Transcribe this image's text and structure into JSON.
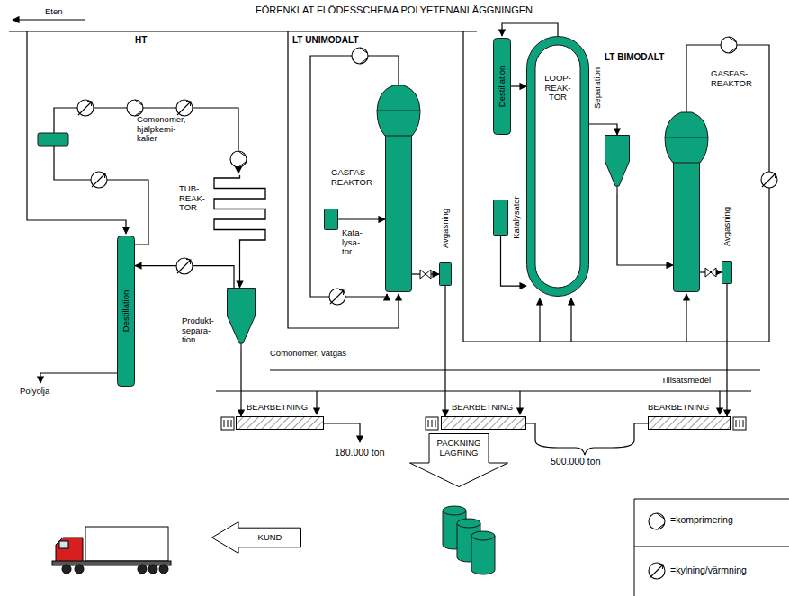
{
  "diagram": {
    "title": "FÖRENKLAT FLÖDESSCHEMA POLYETENANLÄGGNINGEN",
    "nodes": [
      {
        "text": [
          "Destillation"
        ]
      },
      {
        "text": [
          "TUB- REAK- TOR"
        ]
      },
      {
        "text": [
          "Produkt- separa- tion"
        ]
      },
      {
        "text": [
          "GASFAS- REAKTOR"
        ]
      },
      {
        "text": [
          "Kata- lysa- tor"
        ]
      },
      {
        "text": [
          "Avgasning"
        ]
      },
      {
        "text": [
          "Destillation"
        ]
      },
      {
        "text": [
          "LOOP- REAK- TOR"
        ]
      },
      {
        "text": [
          "Katalysator"
        ]
      },
      {
        "text": [
          "Separation"
        ]
      },
      {
        "text": [
          "GASFAS- REAKTOR"
        ]
      },
      {
        "text": [
          "Avgasning"
        ]
      },
      {
        "text": [
          "BEARBETNING"
        ]
      },
      {
        "text": [
          "BEARBETNING"
        ]
      },
      {
        "text": [
          "BEARBETNING"
        ]
      },
      {
        "text": [
          "PACKNING LAGRING"
        ]
      },
      {
        "text": [
          "KUND"
        ]
      }
    ],
    "edges": [
      {
        "from": 1,
        "to": 2,
        "arrow": "to"
      },
      {
        "from": 2,
        "to": 0,
        "arrow": "to"
      },
      {
        "from": 2,
        "to": 12,
        "arrow": "to"
      },
      {
        "from": 4,
        "to": 3,
        "arrow": "to"
      },
      {
        "from": 3,
        "to": 5,
        "arrow": "to"
      },
      {
        "from": 5,
        "to": 13,
        "arrow": "to"
      },
      {
        "from": 6,
        "to": 7,
        "arrow": "to"
      },
      {
        "from": 8,
        "to": 7,
        "arrow": "to"
      },
      {
        "from": 7,
        "to": 9,
        "arrow": "to"
      },
      {
        "from": 9,
        "to": 10,
        "arrow": "to"
      },
      {
        "from": 10,
        "to": 11,
        "arrow": "to"
      },
      {
        "from": 11,
        "to": 14,
        "arrow": "to"
      }
    ],
    "labels": [
      "Eten",
      "HT",
      "LT UNIMODALT",
      "LT BIMODALT",
      "Comonomer, hjälpkemi- kalier",
      "Polyolja",
      "Comonomer, vätgas",
      "Tillsatsmedel",
      "180.000 ton",
      "500.000 ton"
    ],
    "legend": [
      {
        "text": "=komprimering"
      },
      {
        "text": "=kylning/värmning"
      }
    ]
  }
}
